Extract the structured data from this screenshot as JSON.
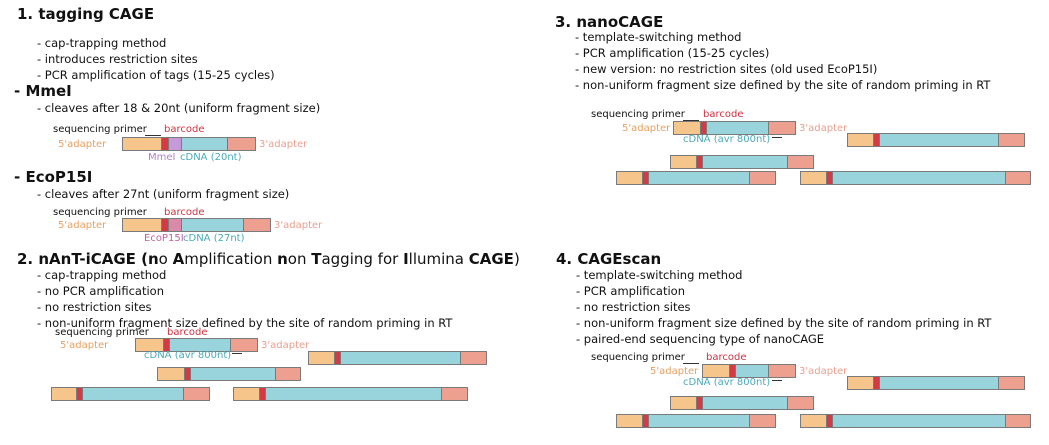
{
  "colors": {
    "adapter5": "#f5c58c",
    "adapter3": "#eea090",
    "barcode": "#d23a48",
    "cdna": "#99d3dc",
    "mmei_site": "#c69ad8",
    "ecop_site": "#d98aa8",
    "barcode_text": "#cc3344",
    "adapter5_text": "#e8a060",
    "adapter3_text": "#e8a090",
    "cdna_text": "#4aaab8",
    "mmei_text": "#b080c8",
    "ecop_text": "#c060a0"
  },
  "labels": {
    "seq_primer": "sequencing primer",
    "barcode": "barcode",
    "adapter5": "5'adapter",
    "adapter3": "3'adapter",
    "mmei_site": "MmeI",
    "cdna_20": "cDNA (20nt)",
    "ecop_site": "EcoP15I",
    "cdna_27": "cDNA (27nt)",
    "cdna_avr": "cDNA (avr 800nt)"
  },
  "s1": {
    "title": "1. tagging CAGE",
    "bullets": [
      "- cap-trapping method",
      "- introduces restriction sites",
      "- PCR amplification of tags (15-25 cycles)"
    ],
    "mmei_title": "- MmeI",
    "mmei_bullet": "- cleaves after 18 & 20nt (uniform fragment size)",
    "ecop_title": "- EcoP15I",
    "ecop_bullet": "- cleaves after 27nt (uniform fragment size)"
  },
  "s2": {
    "title_parts": [
      "2. nAnT-iCAGE (",
      "n",
      "o ",
      "A",
      "mplification ",
      "n",
      "on ",
      "T",
      "agging for ",
      "I",
      "llumina ",
      "CAGE",
      ")"
    ],
    "bullets": [
      "- cap-trapping method",
      "- no PCR amplification",
      "- no restriction sites",
      "- non-uniform fragment size defined by the site of random priming in RT"
    ]
  },
  "s3": {
    "title": "3. nanoCAGE",
    "bullets": [
      "- template-switching method",
      "- PCR amplification (15-25 cycles)",
      "- new version: no restriction sites (old used EcoP15I)",
      "- non-uniform fragment size defined by the site of random priming in RT"
    ]
  },
  "s4": {
    "title": "4. CAGEscan",
    "bullets": [
      "- template-switching method",
      "- PCR amplification",
      "- no restriction sites",
      "- non-uniform fragment size defined by the site of random priming in RT",
      "- paired-end sequencing type of nanoCAGE"
    ]
  }
}
